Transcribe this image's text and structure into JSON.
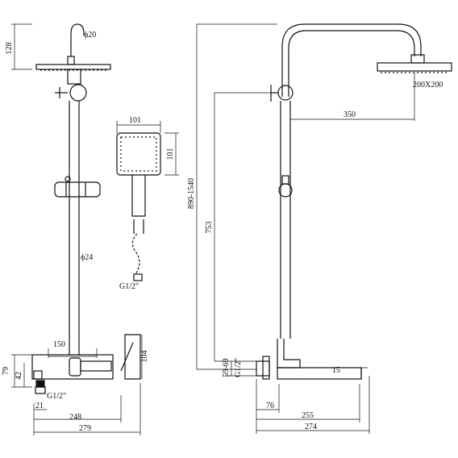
{
  "drawing": {
    "front_view": {
      "height_head": "128",
      "arm_diameter": "ϕ20",
      "rail_diameter": "ϕ24",
      "valve_width": "150",
      "valve_height_total": "79",
      "valve_height_body": "42",
      "valve_depth": "104",
      "inlet_thread": "G1/2\"",
      "inlet_offset": "21",
      "span_248": "248",
      "span_279": "279"
    },
    "handshower": {
      "width": "101",
      "height": "101",
      "hose_thread": "G1/2\""
    },
    "side_view": {
      "total_height": "890-1540",
      "valve_to_bracket": "753",
      "arm_reach": "350",
      "head_size": "200X200",
      "wall_dim": "59-69",
      "inlet_thread": "G1/2\"",
      "spout_height": "15",
      "depth_76": "76",
      "depth_255": "255",
      "depth_274": "274"
    }
  }
}
